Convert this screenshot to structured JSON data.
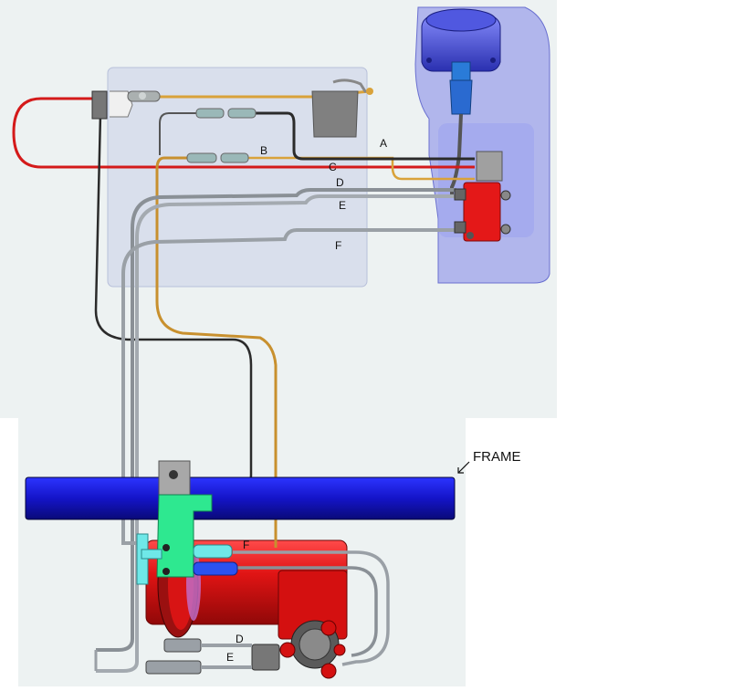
{
  "labels": {
    "a": "A",
    "b": "B",
    "c": "C",
    "d": "D",
    "e": "E",
    "f": "F",
    "d_lower": "D",
    "e_lower": "E",
    "f_lower": "F",
    "frame": "FRAME"
  },
  "colors": {
    "background_panel": "#edf2f2",
    "cab_panel": "#c9d0e8",
    "tank": "#7f85e8",
    "gauge": "#3a44c8",
    "frame_rail": "#1c1fd6",
    "valve_block": "#e41818",
    "cylinder": "#e01414",
    "mount_plate": "#2ee890",
    "fitting_cyan": "#6fe8e8",
    "fitting_blue": "#2b52f0",
    "air_line": "#9aa0a6",
    "wire_red": "#d41a1a",
    "wire_orange": "#d9a23a",
    "wire_black": "#2b2b2b"
  }
}
